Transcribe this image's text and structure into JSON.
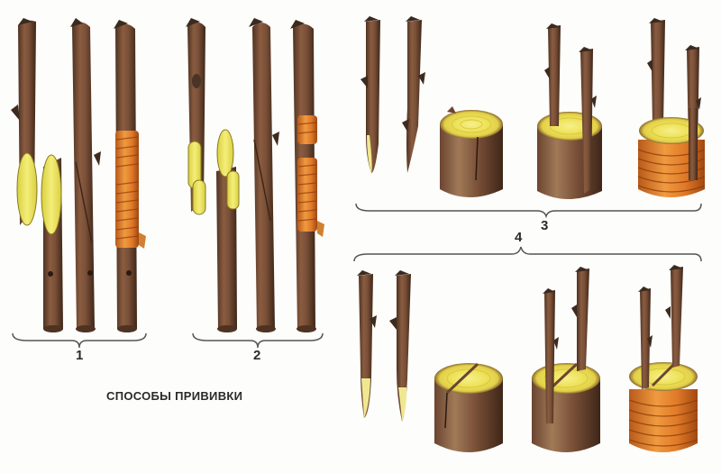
{
  "diagram": {
    "caption": "СПОСОБЫ ПРИВИВКИ",
    "groups": [
      {
        "id": 1,
        "label": "1",
        "description": "Simple copulation: scion and rootstock with matching oblique cuts, joined and bound"
      },
      {
        "id": 2,
        "label": "2",
        "description": "Improved copulation (with tongue): cuts with notches, joined and bound"
      },
      {
        "id": 3,
        "label": "3",
        "description": "Grafting behind the bark: two wedge-cut scions inserted into slits of stump bark, then bound"
      },
      {
        "id": 4,
        "label": "4",
        "description": "Cleft grafting: two wedge-cut scions inserted into a split stump, then bound"
      }
    ],
    "colors": {
      "bark": "#7a5038",
      "bark_dark": "#4e3222",
      "cut_wood": "#e8e04a",
      "binding": "#d9752a",
      "stump_top": "#efe25a",
      "bracket": "#555555",
      "text": "#2a2a2a",
      "background": "#fdfdfb"
    }
  }
}
